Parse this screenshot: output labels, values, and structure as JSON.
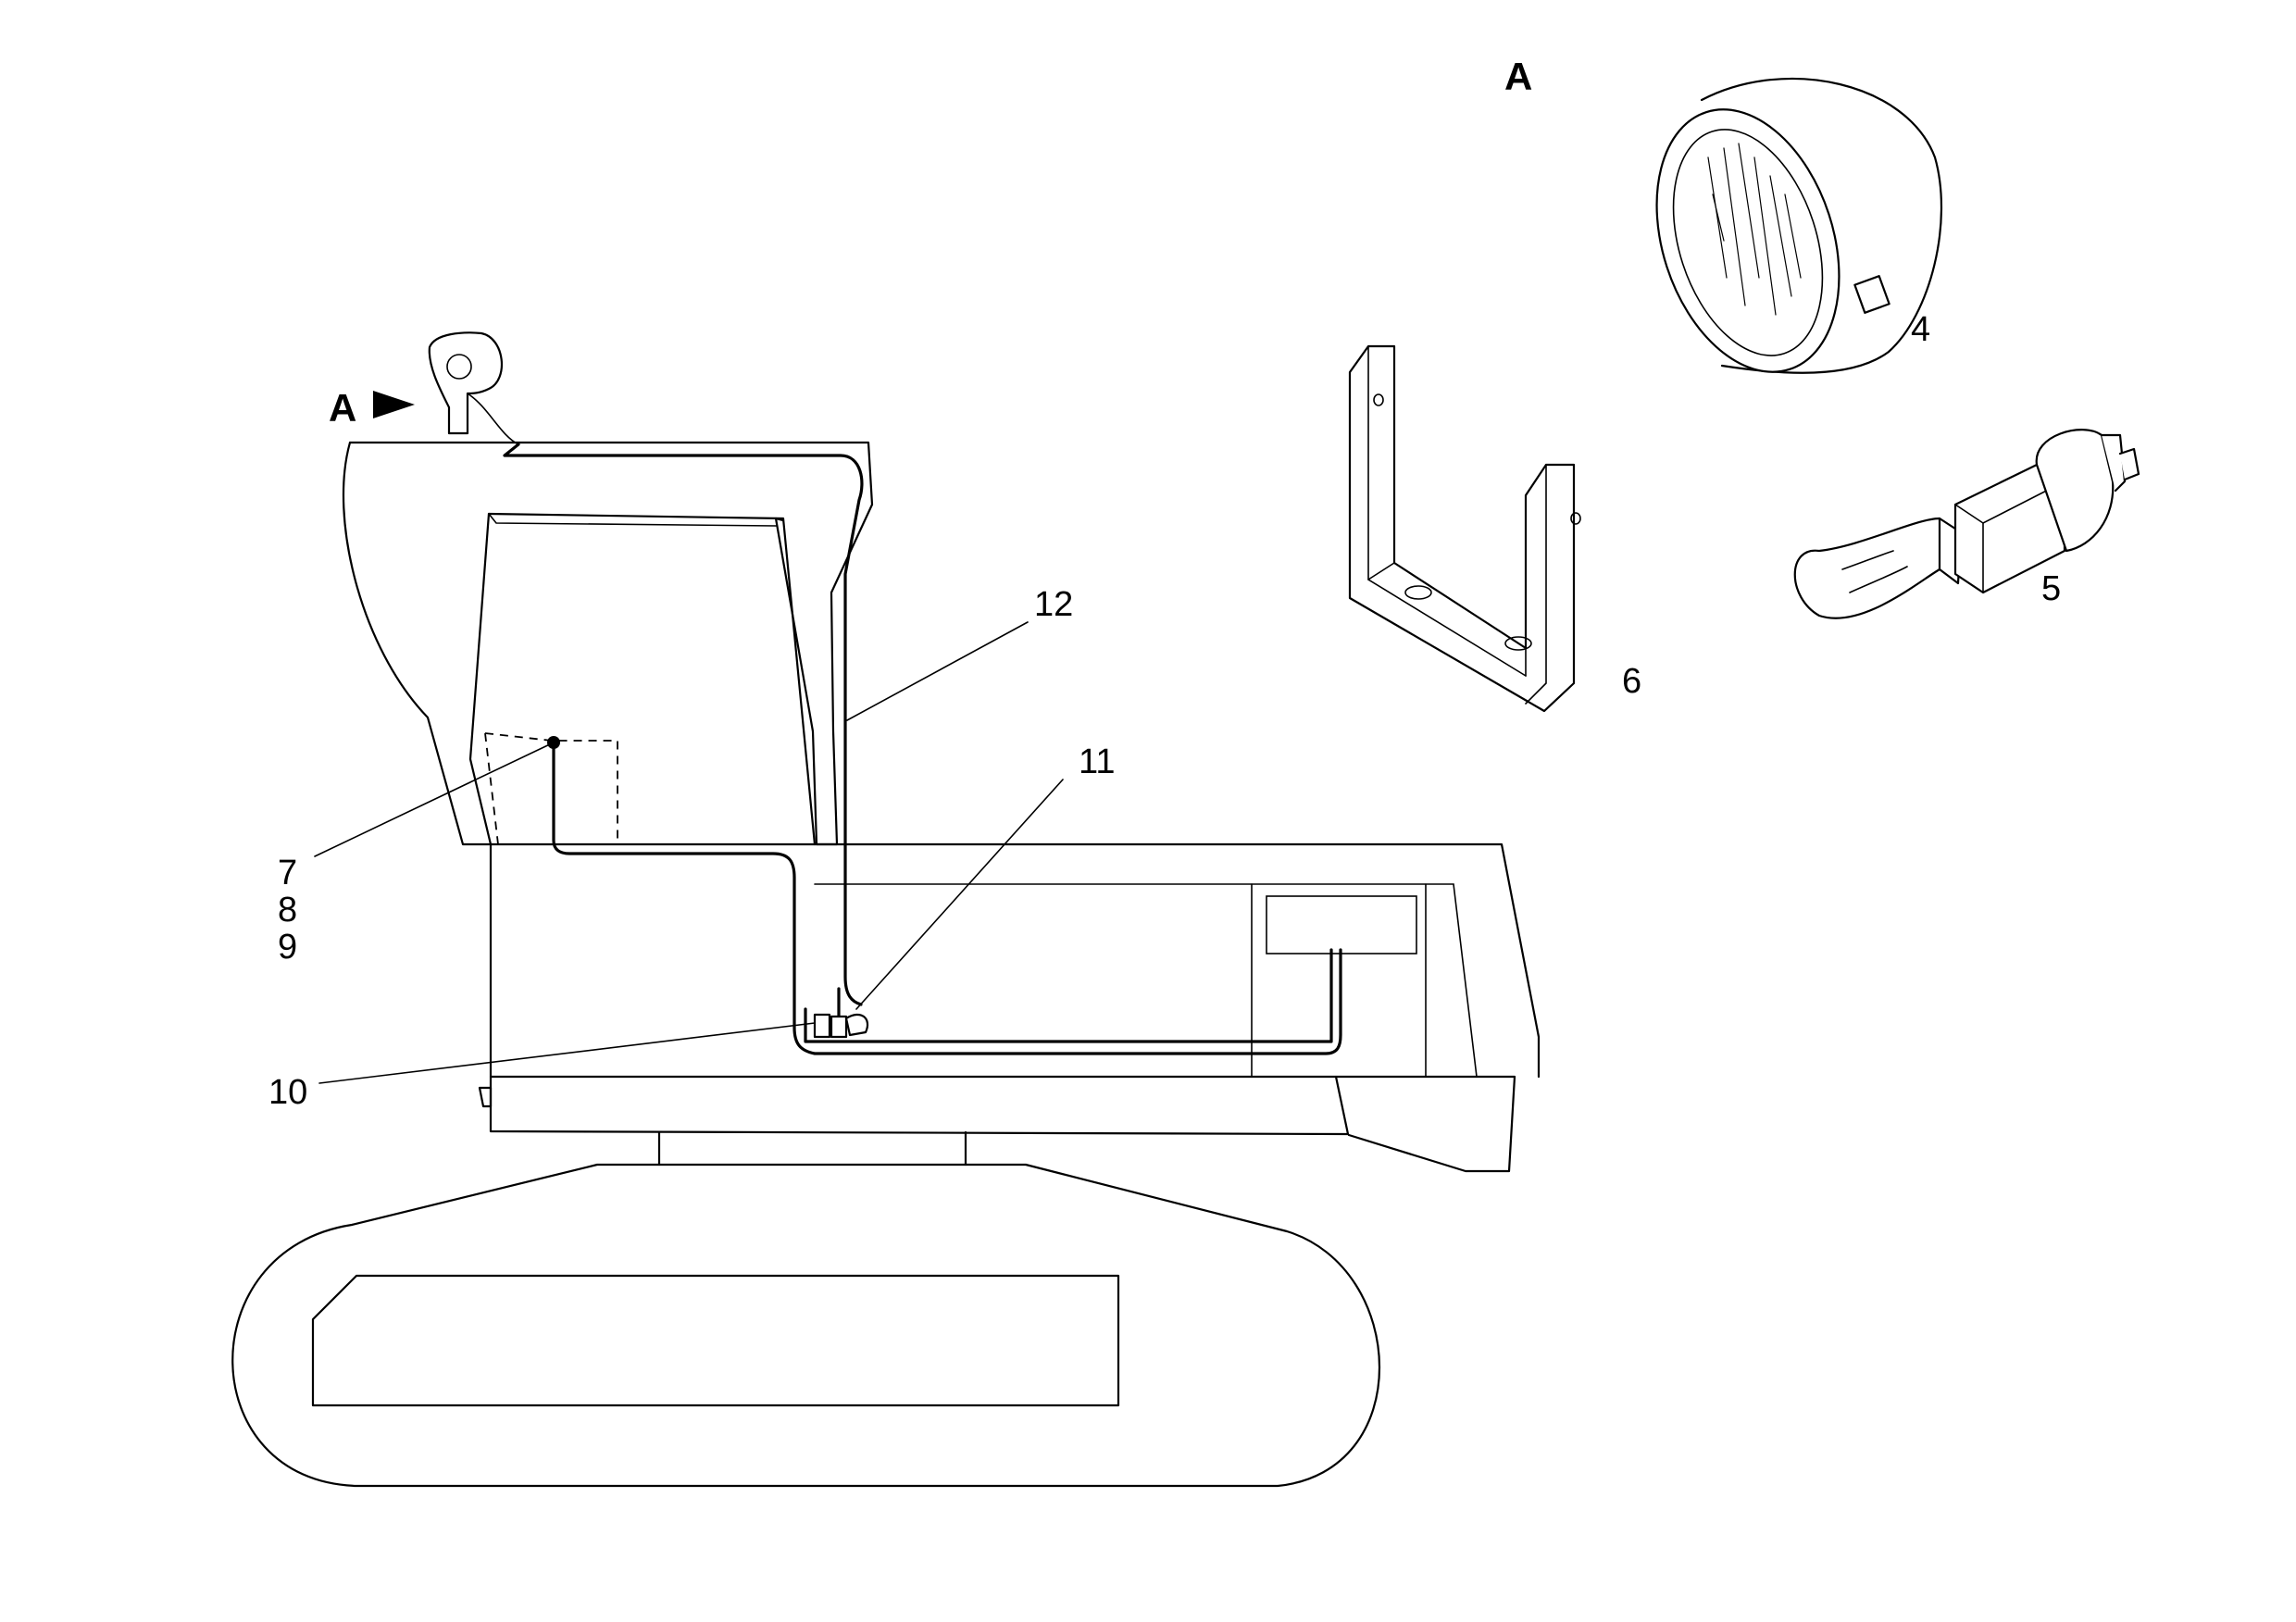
{
  "labels": {
    "view_a": "A",
    "view_a_arrow": "A",
    "part_4": "4",
    "part_5": "5",
    "part_6": "6",
    "part_7": "7",
    "part_8": "8",
    "part_9": "9",
    "part_10": "10",
    "part_11": "11",
    "part_12": "12"
  }
}
